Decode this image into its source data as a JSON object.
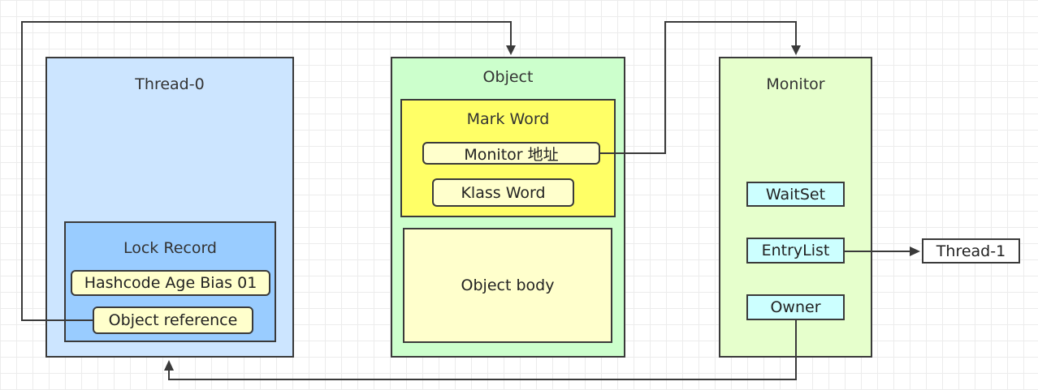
{
  "colors": {
    "thread_bg": "#cce5ff",
    "lock_record_bg": "#99ccff",
    "object_bg": "#ccffcc",
    "mark_word_bg": "#ffff66",
    "field_bg": "#ffffcc",
    "monitor_bg": "#e6ffcc",
    "monitor_field_bg": "#ccffff",
    "line": "#3a3a3a"
  },
  "thread0": {
    "title": "Thread-0",
    "lock_record": {
      "title": "Lock Record",
      "hashcode": "Hashcode Age Bias 01",
      "object_reference": "Object reference"
    }
  },
  "object": {
    "title": "Object",
    "mark_word": {
      "title": "Mark Word",
      "monitor_address": "Monitor 地址",
      "klass_word": "Klass Word"
    },
    "body": "Object body"
  },
  "monitor": {
    "title": "Monitor",
    "waitset": "WaitSet",
    "entrylist": "EntryList",
    "owner": "Owner"
  },
  "thread1": "Thread-1"
}
